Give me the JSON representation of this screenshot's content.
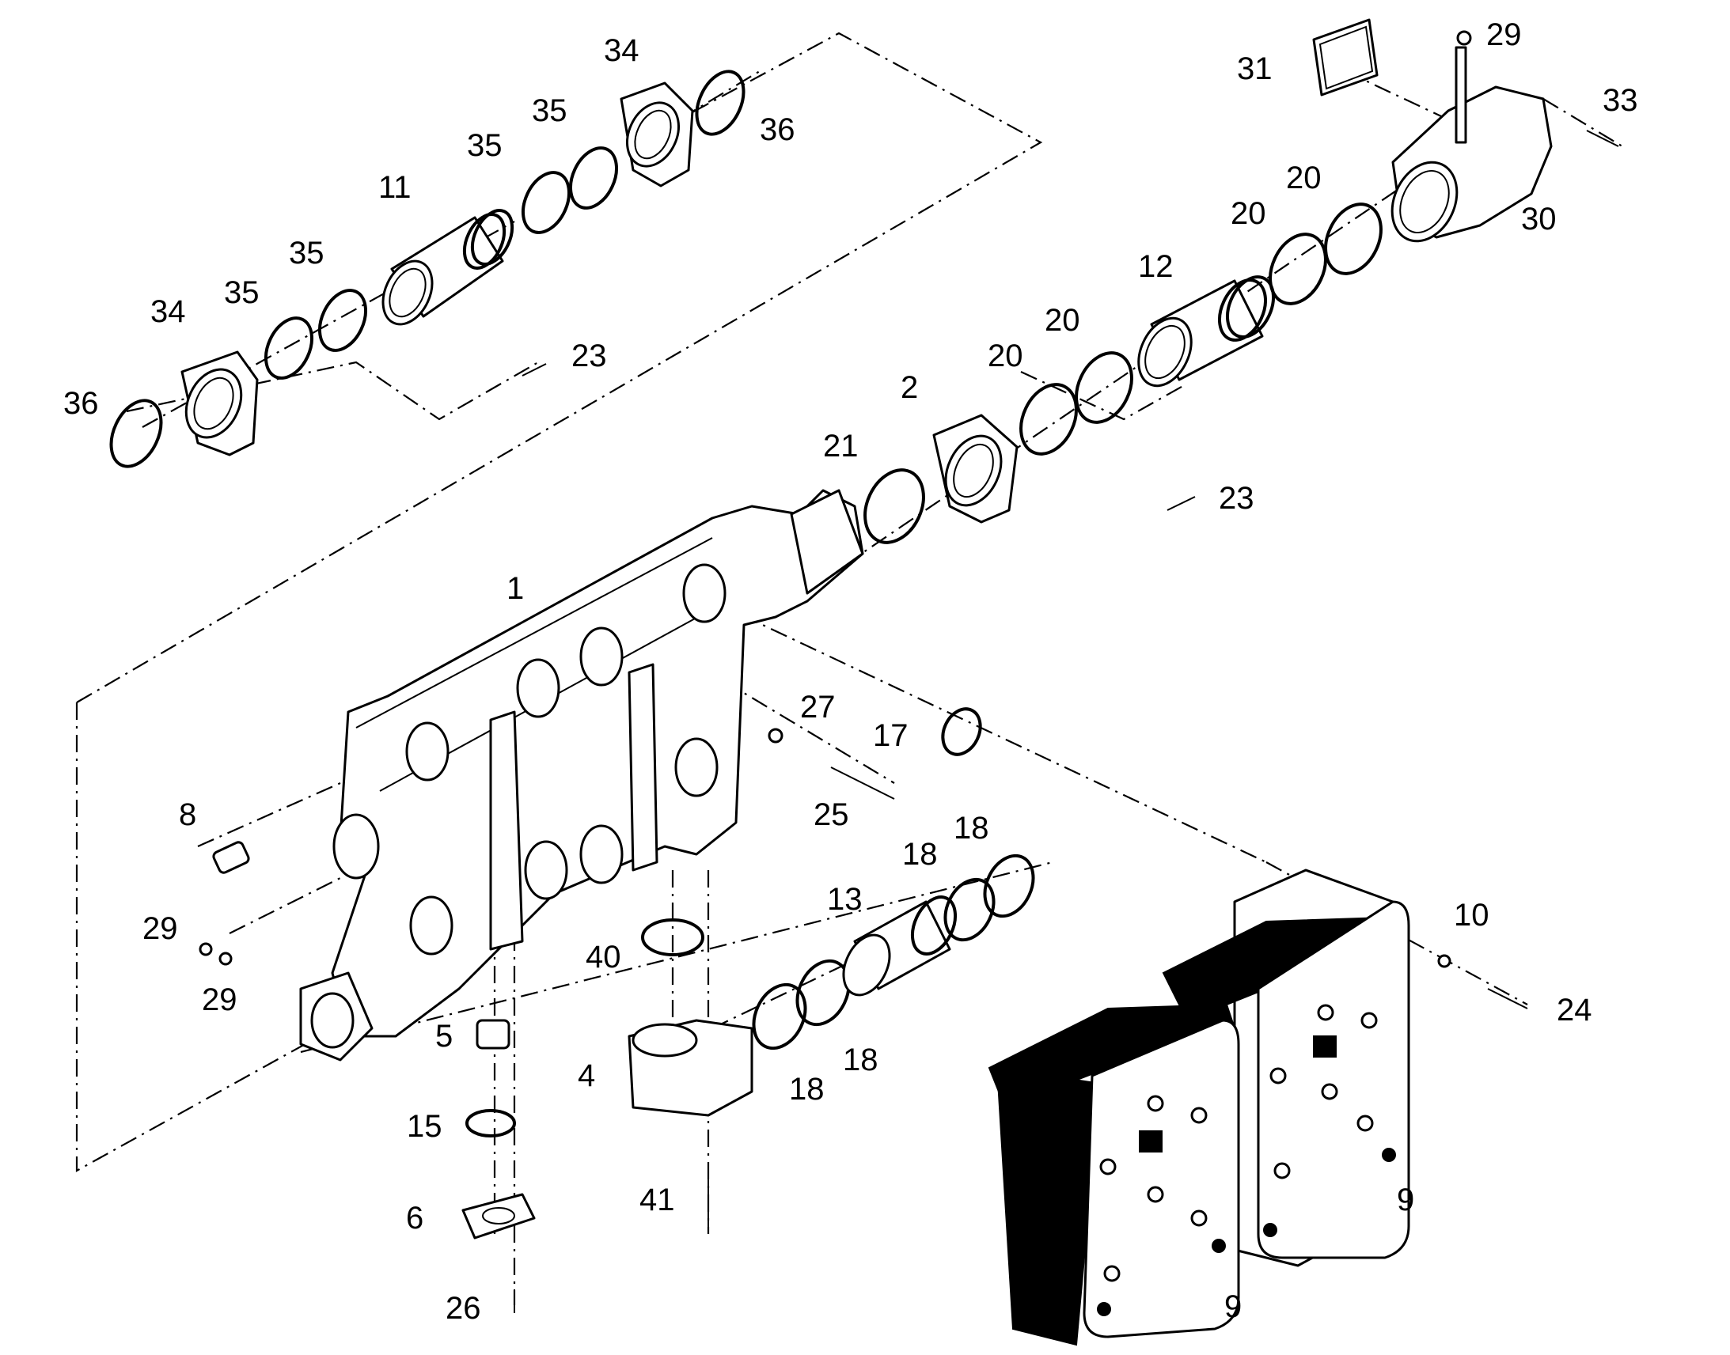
{
  "callouts": [
    {
      "id": "c1",
      "text": "1"
    },
    {
      "id": "c2",
      "text": "2"
    },
    {
      "id": "c4",
      "text": "4"
    },
    {
      "id": "c5",
      "text": "5"
    },
    {
      "id": "c6",
      "text": "6"
    },
    {
      "id": "c8",
      "text": "8"
    },
    {
      "id": "c9a",
      "text": "9"
    },
    {
      "id": "c9b",
      "text": "9"
    },
    {
      "id": "c10",
      "text": "10"
    },
    {
      "id": "c11",
      "text": "11"
    },
    {
      "id": "c12",
      "text": "12"
    },
    {
      "id": "c13",
      "text": "13"
    },
    {
      "id": "c15",
      "text": "15"
    },
    {
      "id": "c17",
      "text": "17"
    },
    {
      "id": "c18a",
      "text": "18"
    },
    {
      "id": "c18b",
      "text": "18"
    },
    {
      "id": "c18c",
      "text": "18"
    },
    {
      "id": "c18d",
      "text": "18"
    },
    {
      "id": "c20a",
      "text": "20"
    },
    {
      "id": "c20b",
      "text": "20"
    },
    {
      "id": "c20c",
      "text": "20"
    },
    {
      "id": "c20d",
      "text": "20"
    },
    {
      "id": "c21",
      "text": "21"
    },
    {
      "id": "c23a",
      "text": "23"
    },
    {
      "id": "c23b",
      "text": "23"
    },
    {
      "id": "c24",
      "text": "24"
    },
    {
      "id": "c25",
      "text": "25"
    },
    {
      "id": "c26",
      "text": "26"
    },
    {
      "id": "c27",
      "text": "27"
    },
    {
      "id": "c29a",
      "text": "29"
    },
    {
      "id": "c29b",
      "text": "29"
    },
    {
      "id": "c29c",
      "text": "29"
    },
    {
      "id": "c30",
      "text": "30"
    },
    {
      "id": "c31",
      "text": "31"
    },
    {
      "id": "c33",
      "text": "33"
    },
    {
      "id": "c34a",
      "text": "34"
    },
    {
      "id": "c34b",
      "text": "34"
    },
    {
      "id": "c35a",
      "text": "35"
    },
    {
      "id": "c35b",
      "text": "35"
    },
    {
      "id": "c35c",
      "text": "35"
    },
    {
      "id": "c35d",
      "text": "35"
    },
    {
      "id": "c36a",
      "text": "36"
    },
    {
      "id": "c36b",
      "text": "36"
    },
    {
      "id": "c40",
      "text": "40"
    },
    {
      "id": "c41",
      "text": "41"
    }
  ]
}
